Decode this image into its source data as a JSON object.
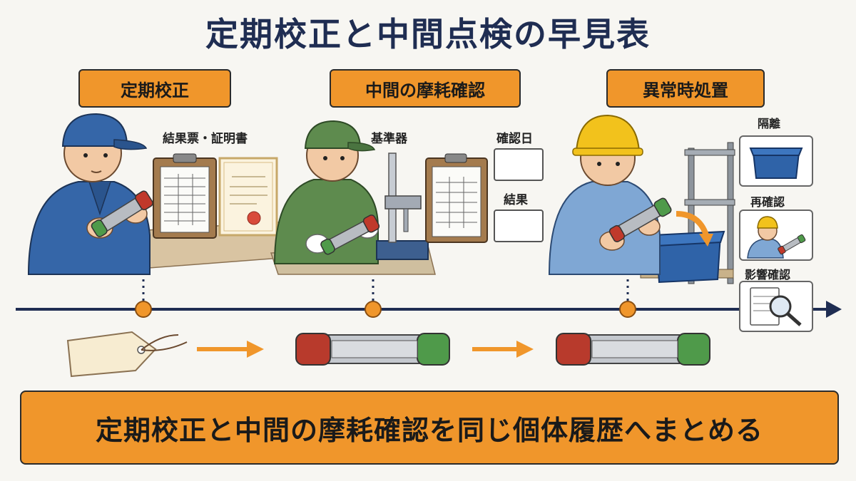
{
  "title": "定期校正と中間点検の早見表",
  "phases": [
    {
      "label": "定期校正"
    },
    {
      "label": "中間の摩耗確認"
    },
    {
      "label": "異常時処置"
    }
  ],
  "labels": {
    "documents": "結果票・証明書",
    "reference": "基準器",
    "check_date": "確認日",
    "result": "結果"
  },
  "actions": [
    {
      "label": "隔離"
    },
    {
      "label": "再確認"
    },
    {
      "label": "影響確認"
    }
  ],
  "banner": "定期校正と中間の摩耗確認を同じ個体履歴へまとめる",
  "colors": {
    "accent": "#f0962b",
    "navy": "#1f2d52",
    "timeline_dot": "#f0962b",
    "gauge_go": "#c0392b",
    "gauge_nogo": "#4f9a4a"
  }
}
